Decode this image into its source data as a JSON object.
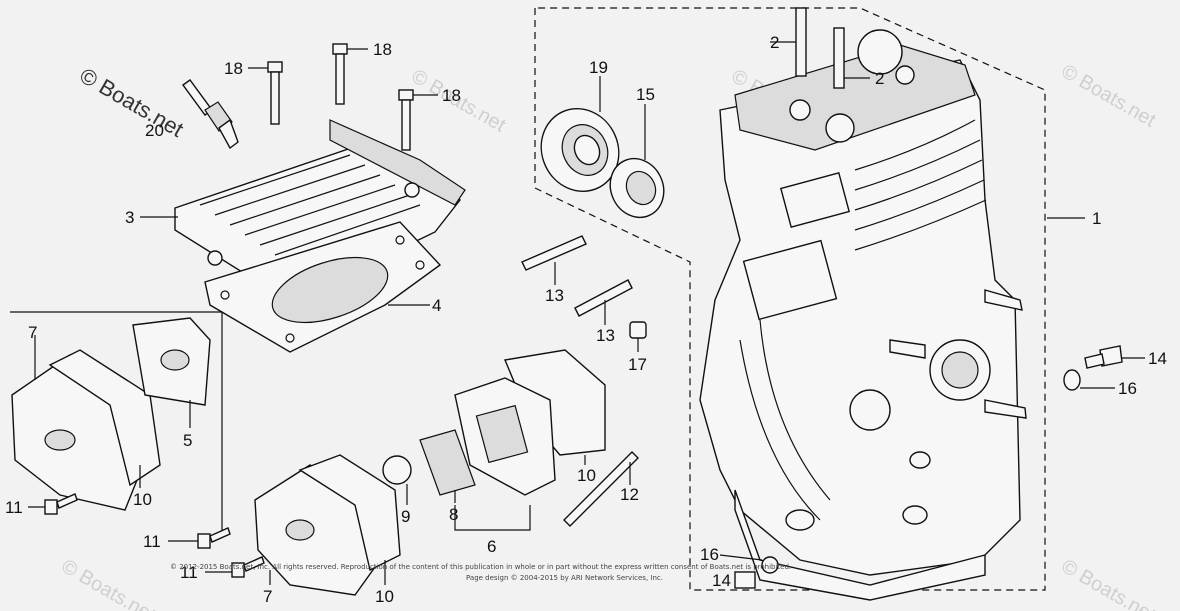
{
  "watermark": {
    "main": "© Boats.net",
    "faint": "© Boats.net"
  },
  "footer": {
    "line1": "© 2012-2015 Boats.net, Inc. All rights reserved. Reproduction of the content of this publication in whole or in part without the express written consent of Boats.net is prohibited.",
    "line2": "Page design © 2004-2015 by ARI Network Services, Inc."
  },
  "callouts": {
    "c1": "1",
    "c2a": "2",
    "c2b": "2",
    "c3": "3",
    "c4": "4",
    "c5": "5",
    "c6": "6",
    "c7a": "7",
    "c7b": "7",
    "c8": "8",
    "c9": "9",
    "c10a": "10",
    "c10b": "10",
    "c10c": "10",
    "c11a": "11",
    "c11b": "11",
    "c11c": "11",
    "c12": "12",
    "c13a": "13",
    "c13b": "13",
    "c14a": "14",
    "c14b": "14",
    "c15": "15",
    "c16a": "16",
    "c16b": "16",
    "c17": "17",
    "c18a": "18",
    "c18b": "18",
    "c18c": "18",
    "c19": "19",
    "c20": "20"
  }
}
